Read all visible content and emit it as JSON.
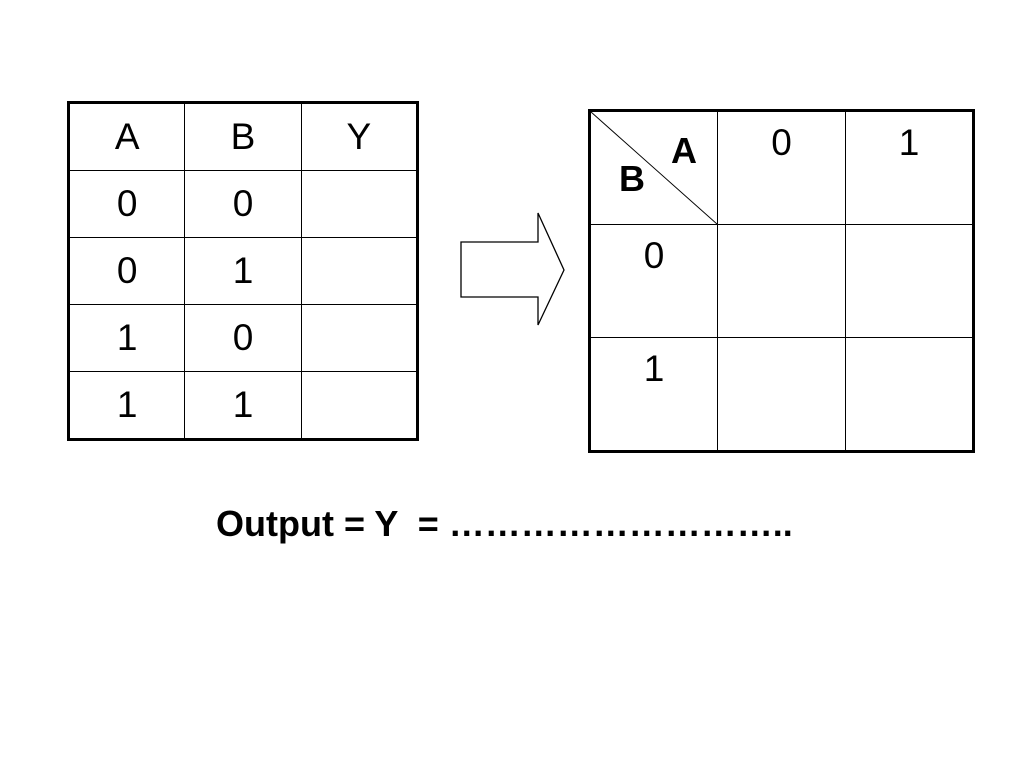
{
  "truth_table": {
    "headers": [
      "A",
      "B",
      "Y"
    ],
    "rows": [
      [
        "0",
        "0",
        ""
      ],
      [
        "0",
        "1",
        ""
      ],
      [
        "1",
        "0",
        ""
      ],
      [
        "1",
        "1",
        ""
      ]
    ]
  },
  "kmap": {
    "col_variable": "A",
    "row_variable": "B",
    "col_headers": [
      "0",
      "1"
    ],
    "row_headers": [
      "0",
      "1"
    ],
    "cells": [
      [
        "",
        ""
      ],
      [
        "",
        ""
      ]
    ]
  },
  "output": {
    "text": "Output = Y  = ……………………….."
  }
}
